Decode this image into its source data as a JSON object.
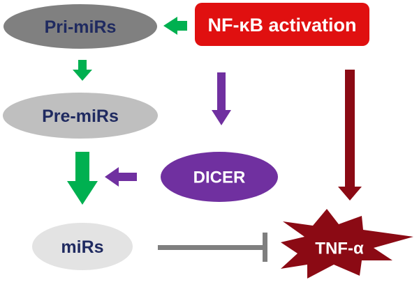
{
  "diagram": {
    "nodes": {
      "nfkb": {
        "label": "NF-κB activation",
        "fill": "#e01010",
        "text_color": "#ffffff"
      },
      "pri_mirs": {
        "label": "Pri-miRs",
        "fill": "#808080",
        "text_color": "#1f2a60"
      },
      "pre_mirs": {
        "label": "Pre-miRs",
        "fill": "#bfbfbf",
        "text_color": "#1f2a60"
      },
      "mirs": {
        "label": "miRs",
        "fill": "#e3e3e3",
        "text_color": "#1f2a60"
      },
      "dicer": {
        "label": "DICER",
        "fill": "#7030a0",
        "text_color": "#ffffff"
      },
      "tnf": {
        "label": "TNF-α",
        "fill": "#8b0a14",
        "text_color": "#ffffff"
      }
    },
    "colors": {
      "green_arrow": "#00b050",
      "purple_arrow": "#7030a0",
      "darkred_arrow": "#8b0a14",
      "inhibition": "#7f7f7f"
    },
    "edges": [
      {
        "from": "nfkb",
        "to": "pri_mirs",
        "type": "activation",
        "color": "green"
      },
      {
        "from": "pri_mirs",
        "to": "pre_mirs",
        "type": "activation",
        "color": "green"
      },
      {
        "from": "pre_mirs",
        "to": "mirs",
        "type": "activation",
        "color": "green"
      },
      {
        "from": "nfkb",
        "to": "dicer",
        "type": "activation",
        "color": "purple"
      },
      {
        "from": "dicer",
        "to": "pre_mirs",
        "type": "activation",
        "color": "purple"
      },
      {
        "from": "nfkb",
        "to": "tnf",
        "type": "activation",
        "color": "darkred"
      },
      {
        "from": "mirs",
        "to": "tnf",
        "type": "inhibition",
        "color": "gray"
      }
    ]
  }
}
